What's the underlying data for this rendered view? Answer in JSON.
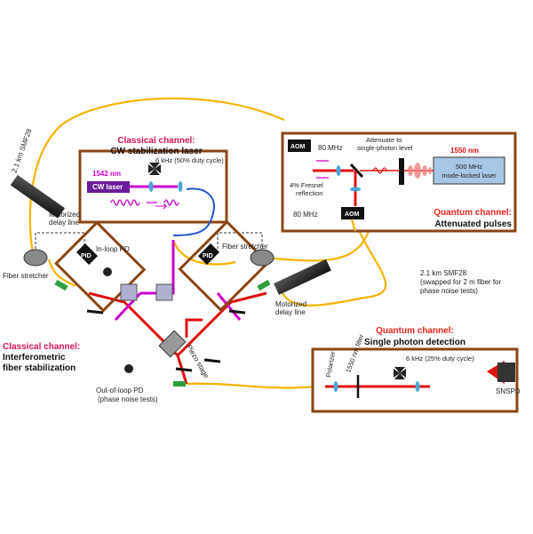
{
  "colors": {
    "fiber": "#f5b400",
    "cw_beam": "#cc00cc",
    "pulsed_beam": "#e01010",
    "box_outline": "#8b4513",
    "classical_title": "#d4145a",
    "quantum_title": "#e8251a",
    "lens": "#4aa8d8",
    "dark_fiber": "#2255cc"
  },
  "labels": {
    "fiber_top": "2.1 km SMF28",
    "motorized_delay_left": [
      "Motorized",
      "delay line"
    ],
    "fiber_stretcher_left": "Fiber stretcher",
    "in_loop_pd": "In-loop PD",
    "classical_left_title": "Classical channel:",
    "classical_left_sub": [
      "Interferometric",
      "fiber stabilization"
    ],
    "out_of_loop_pd": [
      "Out-of-loop PD",
      "(phase noise tests)"
    ],
    "piezo_stage": "Piezo stage",
    "cw_title": "Classical channel:",
    "cw_sub": "CW stabilization laser",
    "cw_chopper": "6 kHz (50% duty cycle)",
    "cw_wavelength": "1542 nm",
    "cw_laser": "CW laser",
    "pid_left": "PID",
    "pid_right": "PID",
    "fiber_stretcher_right": "Fiber stretcher",
    "motorized_delay_right": [
      "Motorized",
      "delay line"
    ],
    "aom_top": "AOM",
    "aom_bottom": "AOM",
    "mhz_top": "80 MHz",
    "mhz_bottom": "80 MHz",
    "attenuate": [
      "Attenuate to",
      "single-photon level"
    ],
    "fresnel": [
      "4% Fresnel",
      "reflection"
    ],
    "pulsed_wavelength": "1550 nm",
    "modelocked": [
      "500 MHz",
      "mode-locked laser"
    ],
    "quantum_top_title": "Quantum channel:",
    "quantum_top_sub": "Attenuated pulses",
    "fiber_right": [
      "2.1 km SMF28",
      "(swapped for 2 m fiber for",
      "phase noise tests)"
    ],
    "quantum_bottom_title": "Quantum channel:",
    "quantum_bottom_sub": "Single photon detection",
    "det_chopper": "6 kHz (25% duty cycle)",
    "polarizer": "Polarizer",
    "filter": "1550 nm filter",
    "snspd": "SNSPD"
  }
}
